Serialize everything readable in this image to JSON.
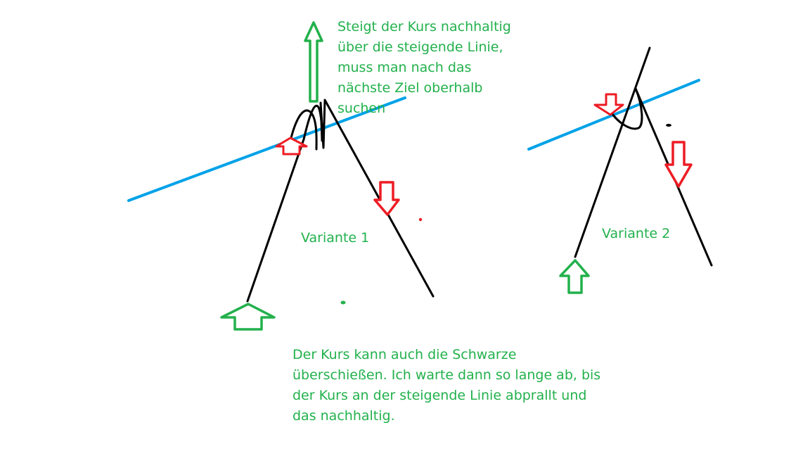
{
  "annotations": {
    "top_note": [
      "Steigt der Kurs nachhaltig",
      "über die steigende Linie,",
      "muss man nach das",
      "nächste Ziel oberhalb",
      "suchen"
    ],
    "variant_1": "Variante 1",
    "variant_2": "Variante 2",
    "bottom_note": [
      "Der Kurs kann auch die Schwarze",
      "überschießen. Ich warte dann so lange ab, bis",
      "der Kurs an der steigende Linie abprallt und",
      "das nachhaltig."
    ]
  },
  "colors": {
    "text": "#22b14c",
    "price_line": "#000000",
    "rising_line": "#00a2e8",
    "up_arrow": "#22b14c",
    "down_arrow": "#ed1c24"
  },
  "icons": {
    "up": "arrow-up-outline",
    "down": "arrow-down-outline"
  }
}
